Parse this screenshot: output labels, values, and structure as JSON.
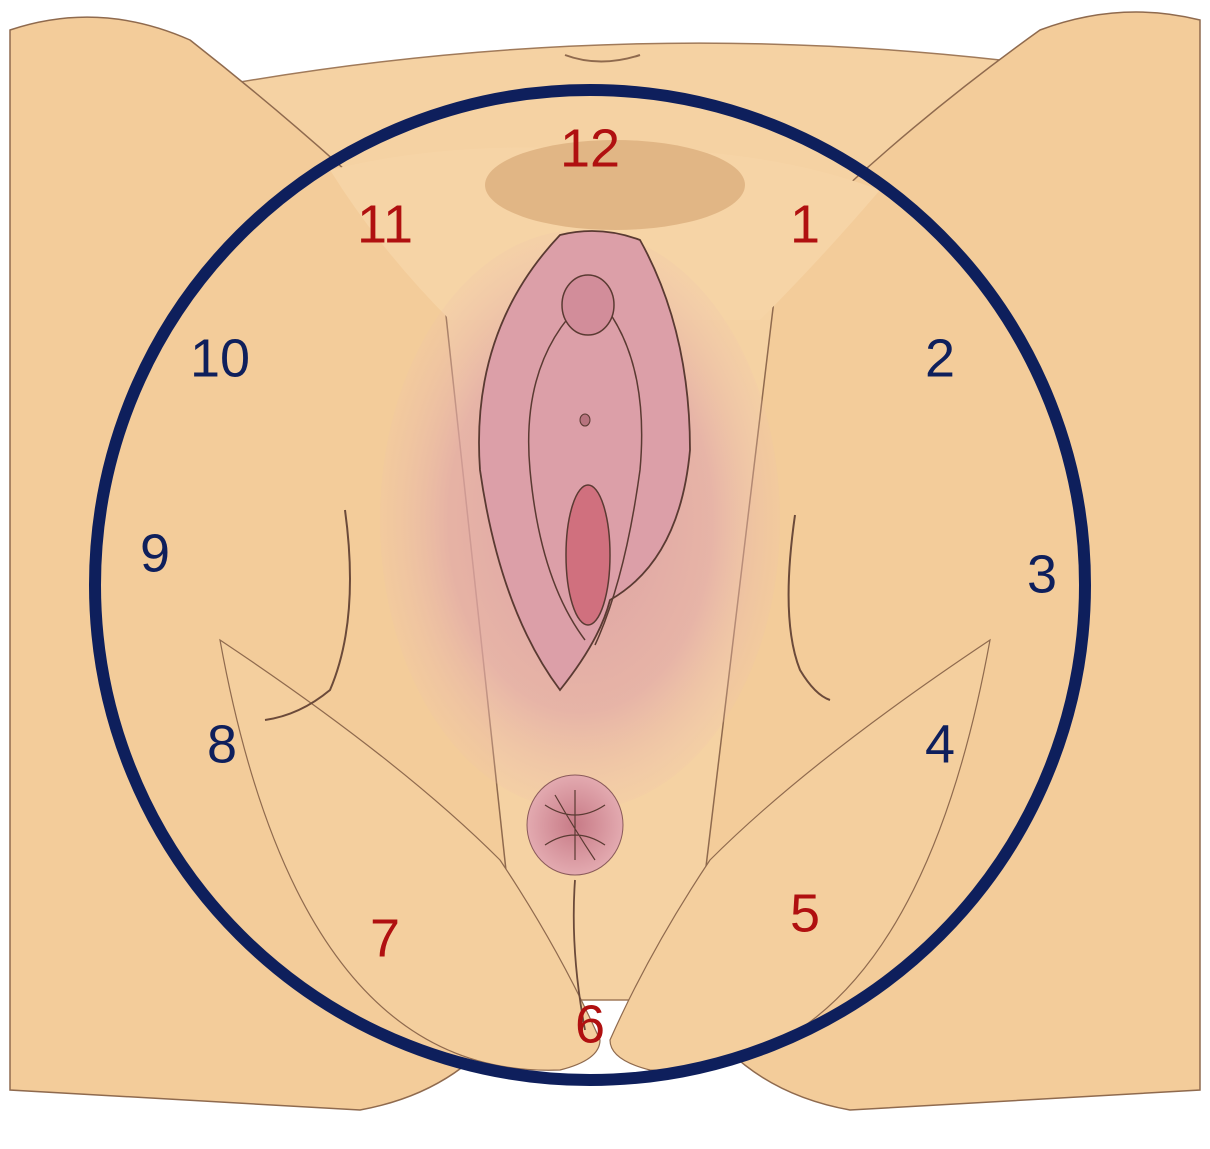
{
  "colors": {
    "skin": "#f5d2a3",
    "skin_shadow": "#e3b98a",
    "mucosa": "#dba2a4",
    "mucosa_dark": "#c98a94",
    "outline": "#6b4a3a",
    "ring": "#0e1f5c",
    "highlight_number": "#b01010",
    "regular_number": "#0e1f5c"
  },
  "clock_positions": [
    {
      "label": "12",
      "highlight": true
    },
    {
      "label": "1",
      "highlight": true
    },
    {
      "label": "2",
      "highlight": false
    },
    {
      "label": "3",
      "highlight": false
    },
    {
      "label": "4",
      "highlight": false
    },
    {
      "label": "5",
      "highlight": true
    },
    {
      "label": "6",
      "highlight": true
    },
    {
      "label": "7",
      "highlight": true
    },
    {
      "label": "8",
      "highlight": false
    },
    {
      "label": "9",
      "highlight": false
    },
    {
      "label": "10",
      "highlight": false
    },
    {
      "label": "11",
      "highlight": true
    }
  ]
}
